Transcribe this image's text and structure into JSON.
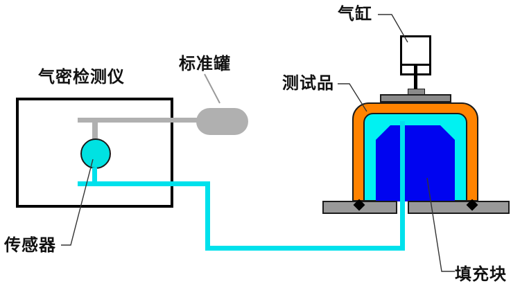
{
  "diagram": {
    "labels": {
      "detector": "气密检测仪",
      "standard_tank": "标准罐",
      "air_cylinder": "气缸",
      "test_piece": "测试品",
      "sensor": "传感器",
      "filler_block": "填充块"
    }
  },
  "colors": {
    "orange": "#ff8300",
    "blue": "#0004f0",
    "pipe_cyan": "#00e1ec",
    "lining_cyan": "#00f2f2",
    "sensor_cyan": "#00e2e2",
    "light_gray": "#b0b0b0",
    "mid_gray": "#999999",
    "plate_gray": "#8a8a8a",
    "outline": "#1a1a1a",
    "pointer_dark": "#333333",
    "pointer_gray": "#9a9a9a"
  }
}
